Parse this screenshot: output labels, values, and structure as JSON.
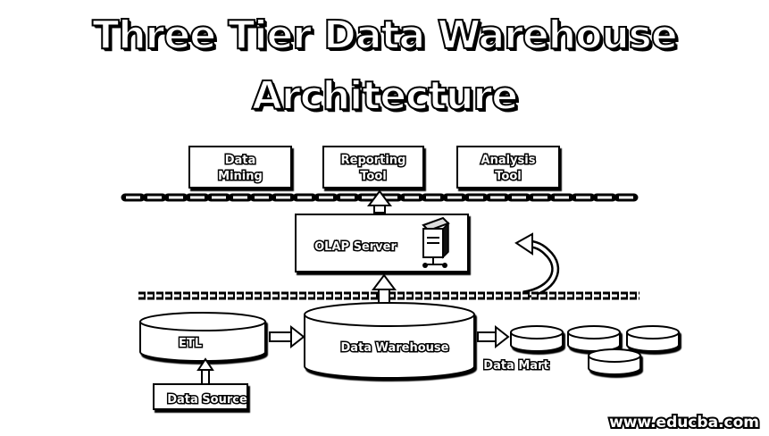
{
  "title": {
    "line1": "Three Tier Data Warehouse",
    "line2": "Architecture"
  },
  "top_tier": {
    "data_mining": [
      "Data",
      "Mining"
    ],
    "reporting_tool": [
      "Reporting",
      "Tool"
    ],
    "analysis_tool": [
      "Analysis",
      "Tool"
    ]
  },
  "middle_tier": {
    "olap_server": "OLAP Server"
  },
  "bottom_tier": {
    "etl": "ETL",
    "data_warehouse": "Data Warehouse",
    "data_mart": "Data Mart",
    "data_source": "Data Source"
  },
  "watermark": "www.educba.com"
}
